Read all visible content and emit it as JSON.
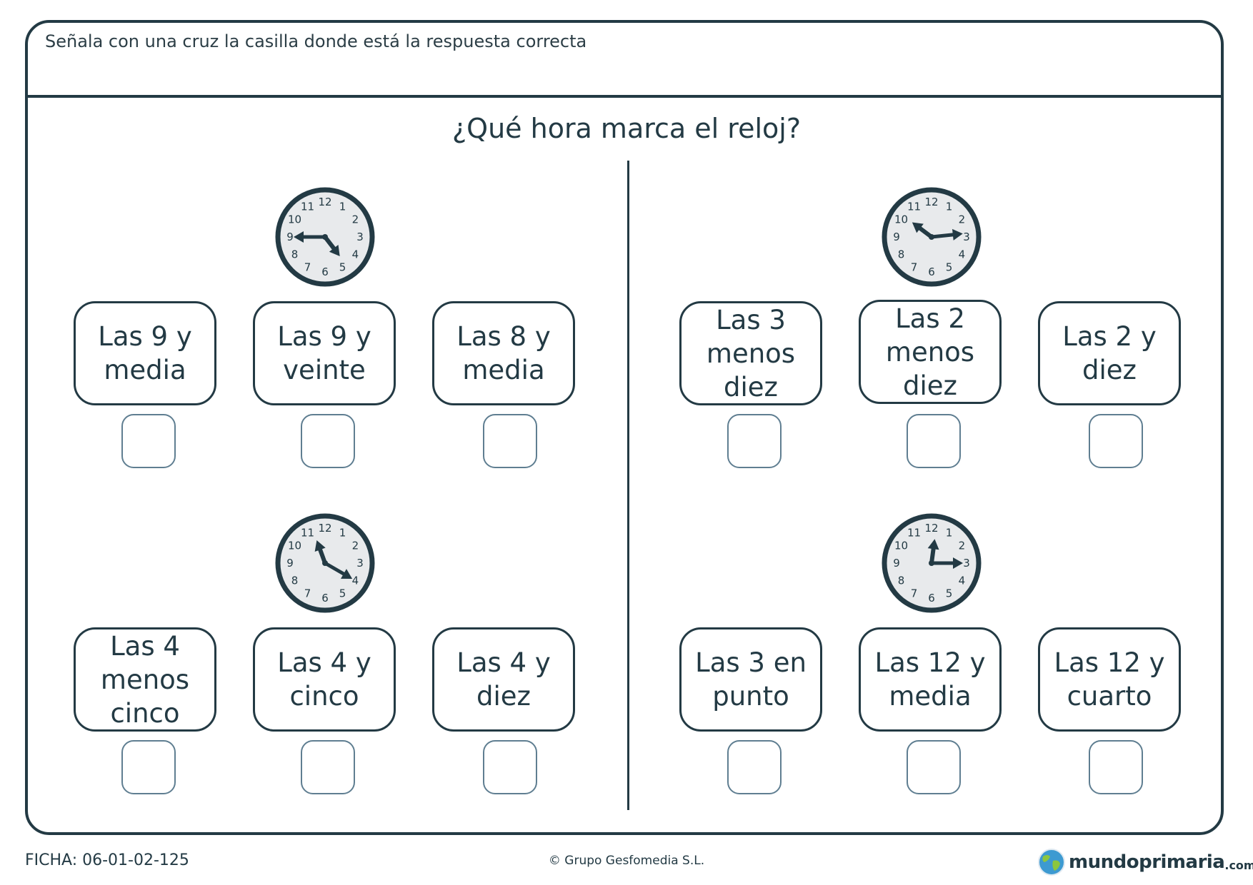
{
  "header": {
    "instruction": "Señala con una cruz la casilla donde está la respuesta correcta"
  },
  "question": "¿Qué hora marca el reloj?",
  "exercises": [
    {
      "clock": {
        "hour": 4,
        "minute": 45
      },
      "options": [
        "Las 9 y media",
        "Las 9 y veinte",
        "Las 8 y media"
      ]
    },
    {
      "clock": {
        "hour": 10,
        "minute": 14
      },
      "options": [
        "Las 3 menos diez",
        "Las 2 menos diez",
        "Las 2 y diez"
      ]
    },
    {
      "clock": {
        "hour": 11,
        "minute": 20
      },
      "options": [
        "Las 4 menos cinco",
        "Las 4 y cinco",
        "Las 4 y diez"
      ]
    },
    {
      "clock": {
        "hour": 12,
        "minute": 15
      },
      "options": [
        "Las 3 en punto",
        "Las 12 y media",
        "Las 12 y cuarto"
      ]
    }
  ],
  "clock_numbers": [
    "12",
    "1",
    "2",
    "3",
    "4",
    "5",
    "6",
    "7",
    "8",
    "9",
    "10",
    "11"
  ],
  "footer": {
    "code": "FICHA: 06-01-02-125",
    "copyright": "© Grupo Gesfomedia S.L.",
    "brand": "mundoprimaria",
    "brand_domain": ".com"
  },
  "colors": {
    "ink": "#233a44",
    "clock_face": "#e8eaec",
    "checkbox_border": "#5f7e91",
    "globe_blue": "#3d9ad1",
    "globe_green": "#8cc63f"
  }
}
